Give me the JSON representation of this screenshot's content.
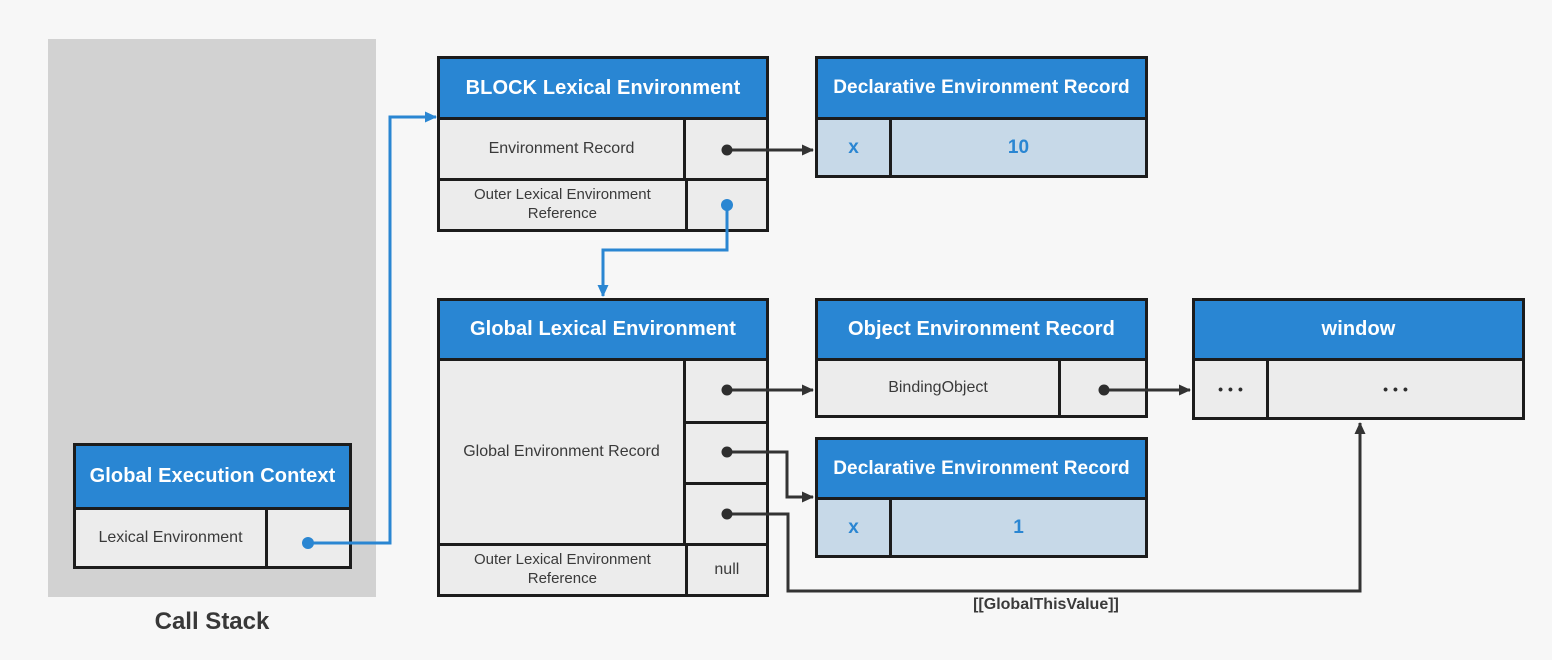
{
  "colors": {
    "background": "#f7f7f7",
    "panel_gray": "#d2d2d2",
    "cell_gray": "#ececec",
    "record_light_blue": "#c7d9e8",
    "header_blue": "#2986d3",
    "border_black": "#1c1c1c",
    "arrow_dark": "#333333",
    "arrow_blue": "#2a86d2",
    "text_dark": "#3a3a3a"
  },
  "call_stack": {
    "caption": "Call Stack",
    "global_execution_context": {
      "title": "Global Execution Context",
      "row_label": "Lexical Environment"
    }
  },
  "block_lexical_environment": {
    "title": "BLOCK Lexical Environment",
    "row1_label": "Environment Record",
    "row2_label": "Outer Lexical Environment Reference"
  },
  "declarative_record_block": {
    "title": "Declarative Environment Record",
    "binding_name": "x",
    "binding_value": "10"
  },
  "global_lexical_environment": {
    "title": "Global Lexical Environment",
    "record_label": "Global Environment Record",
    "outer_label": "Outer Lexical Environment Reference",
    "outer_value": "null"
  },
  "object_environment_record": {
    "title": "Object Environment Record",
    "row_label": "BindingObject"
  },
  "window_object": {
    "title": "window",
    "left_cell": "•••",
    "right_cell": "•••"
  },
  "declarative_record_global": {
    "title": "Declarative Environment Record",
    "binding_name": "x",
    "binding_value": "1"
  },
  "annotations": {
    "global_this": "[[GlobalThisValue]]"
  }
}
